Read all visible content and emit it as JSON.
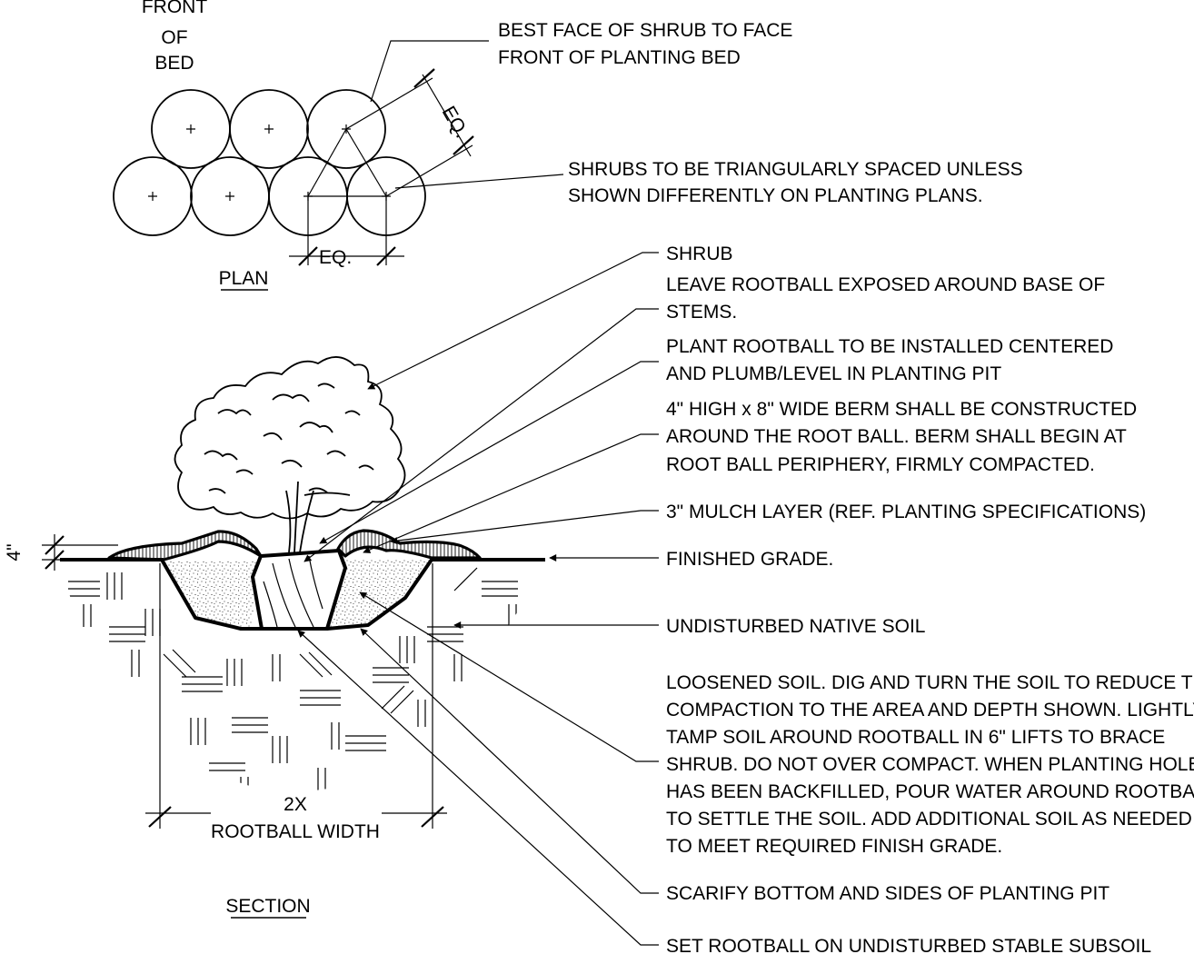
{
  "plan": {
    "front_of_bed": [
      "FRONT",
      "OF",
      "BED"
    ],
    "title": "PLAN",
    "eq_diagonal": "EQ.",
    "eq_horizontal": "EQ.",
    "callouts": [
      [
        "BEST FACE OF SHRUB TO FACE",
        "FRONT OF PLANTING BED"
      ],
      [
        "SHRUBS TO BE TRIANGULARLY SPACED UNLESS",
        "SHOWN DIFFERENTLY ON PLANTING PLANS."
      ]
    ]
  },
  "section": {
    "title": "SECTION",
    "berm_dimension": "4\"",
    "width_dimension": [
      "2X",
      "ROOTBALL WIDTH"
    ],
    "callouts": [
      [
        "SHRUB"
      ],
      [
        "LEAVE ROOTBALL EXPOSED AROUND BASE OF",
        "STEMS."
      ],
      [
        "PLANT ROOTBALL TO BE INSTALLED CENTERED",
        "AND PLUMB/LEVEL IN PLANTING PIT"
      ],
      [
        "4\" HIGH x 8\" WIDE BERM SHALL BE CONSTRUCTED",
        "AROUND THE ROOT  BALL. BERM SHALL BEGIN AT",
        "ROOT BALL PERIPHERY, FIRMLY COMPACTED."
      ],
      [
        "3\" MULCH LAYER (REF. PLANTING SPECIFICATIONS)"
      ],
      [
        "FINISHED GRADE."
      ],
      [
        "UNDISTURBED NATIVE SOIL"
      ],
      [
        "LOOSENED SOIL. DIG AND TURN THE SOIL TO REDUCE THE",
        "COMPACTION TO THE AREA AND DEPTH SHOWN. LIGHTLY",
        "TAMP SOIL AROUND ROOTBALL IN 6\" LIFTS TO BRACE",
        "SHRUB. DO NOT OVER COMPACT. WHEN PLANTING HOLE",
        "HAS BEEN BACKFILLED, POUR WATER AROUND ROOTBALL",
        "TO SETTLE THE SOIL. ADD ADDITIONAL SOIL AS NEEDED",
        "TO MEET REQUIRED FINISH GRADE."
      ],
      [
        "SCARIFY BOTTOM AND SIDES OF PLANTING PIT"
      ],
      [
        "SET ROOTBALL ON UNDISTURBED STABLE SUBSOIL"
      ]
    ]
  }
}
